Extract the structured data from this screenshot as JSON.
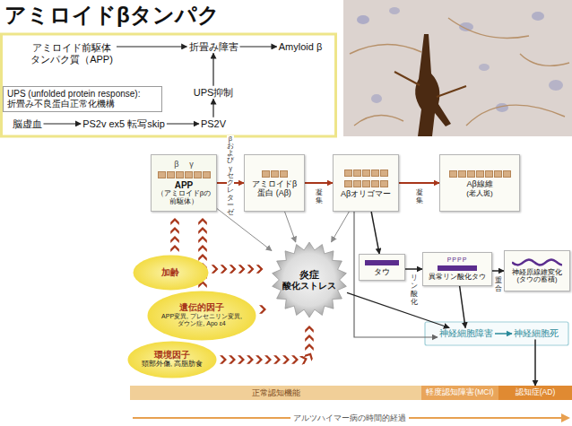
{
  "diagram": {
    "title": "アミロイドβタンパク",
    "nodes": [
      {
        "text": [
          "アミロイド前駆体 タンパク質（APP)"
        ]
      },
      {
        "text": [
          "折畳み障害"
        ]
      },
      {
        "text": [
          "Amyloid β"
        ]
      },
      {
        "text": [
          "UPS (unfolded protein response): 折畳み不良蛋白正常化機構"
        ]
      },
      {
        "text": [
          "UPS抑制"
        ]
      },
      {
        "text": [
          "脳虚血"
        ]
      },
      {
        "text": [
          "PS2v ex5 転写skip"
        ]
      },
      {
        "text": [
          "PS2V"
        ]
      },
      {
        "text": [
          "β",
          "γ",
          "APP",
          "（アミロイドβの前駆体）"
        ]
      },
      {
        "text": [
          "アミロイドβ 蛋白 (Aβ)"
        ]
      },
      {
        "text": [
          "Aβオリゴマー"
        ]
      },
      {
        "text": [
          "Aβ線維",
          "(老人斑)"
        ]
      },
      {
        "text": [
          "加齢"
        ]
      },
      {
        "text": [
          "遺伝的因子",
          "APP変異, プレセニリン変異, ダウン症, Apo ε4"
        ]
      },
      {
        "text": [
          "環境因子",
          "頭部外傷, 高脂肪食"
        ]
      },
      {
        "text": [
          "炎症",
          "酸化ストレス"
        ]
      },
      {
        "text": [
          "タウ"
        ]
      },
      {
        "text": [
          "PPPP",
          "異常リン酸化タウ"
        ]
      },
      {
        "text": [
          "神経原線維変化",
          "(タウの蓄積)"
        ]
      },
      {
        "text": [
          "神経細胞障害"
        ]
      },
      {
        "text": [
          "神経細胞死"
        ]
      },
      {
        "text": [
          "正常認知機能"
        ]
      },
      {
        "text": [
          "軽度認知障害(MCI)"
        ]
      },
      {
        "text": [
          "認知症(AD)"
        ]
      }
    ],
    "edges": [
      {
        "from": 0,
        "to": 1,
        "arrow": "to"
      },
      {
        "from": 1,
        "to": 2,
        "arrow": "to"
      },
      {
        "from": 4,
        "to": 1,
        "arrow": "to"
      },
      {
        "from": 5,
        "to": 6,
        "arrow": "to"
      },
      {
        "from": 6,
        "to": 7,
        "arrow": "to"
      },
      {
        "from": 7,
        "to": 4,
        "arrow": "to"
      },
      {
        "from": 8,
        "to": 9,
        "arrow": "to",
        "label": "βおよびγセクレターゼ"
      },
      {
        "from": 9,
        "to": 10,
        "arrow": "to",
        "label": "凝集"
      },
      {
        "from": 10,
        "to": 11,
        "arrow": "to",
        "label": "凝集"
      },
      {
        "from": 8,
        "to": 15,
        "arrow": "to"
      },
      {
        "from": 9,
        "to": 15,
        "arrow": "to"
      },
      {
        "from": 10,
        "to": 15,
        "arrow": "to"
      },
      {
        "from": 12,
        "to": 8,
        "arrow": "to"
      },
      {
        "from": 13,
        "to": 8,
        "arrow": "to"
      },
      {
        "from": 12,
        "to": 15,
        "arrow": "to"
      },
      {
        "from": 13,
        "to": 15,
        "arrow": "to"
      },
      {
        "from": 14,
        "to": 15,
        "arrow": "to"
      },
      {
        "from": 10,
        "to": 16,
        "arrow": "to"
      },
      {
        "from": 16,
        "to": 17,
        "arrow": "to",
        "label": "リン酸化"
      },
      {
        "from": 17,
        "to": 18,
        "arrow": "to",
        "label": "重合"
      },
      {
        "from": 10,
        "to": 19,
        "arrow": "to"
      },
      {
        "from": 15,
        "to": 19,
        "arrow": "to"
      },
      {
        "from": 17,
        "to": 19,
        "arrow": "to"
      },
      {
        "from": 19,
        "to": 20,
        "arrow": "to"
      },
      {
        "from": 20,
        "to": 23,
        "arrow": "to"
      }
    ],
    "labels": [
      "アルツハイマー病の時間的経過"
    ]
  }
}
